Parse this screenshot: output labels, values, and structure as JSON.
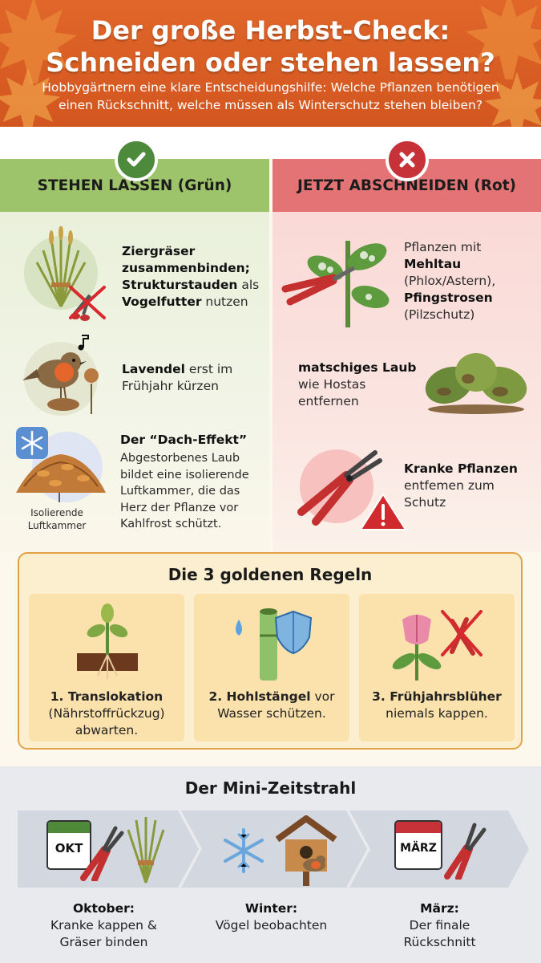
{
  "header": {
    "title_line1": "Der große Herbst-Check:",
    "title_line2": "Schneiden oder stehen lassen?",
    "subtitle": "Hobbygärtnern eine klare Entscheidungshilfe: Welche Pflanzen benötigen einen Rückschnitt, welche müssen als Winterschutz stehen bleiben?"
  },
  "left": {
    "heading": "STEHEN LASSEN (Grün)",
    "items": [
      {
        "b1": "Ziergräser zusammenbinden;",
        "b2": "Strukturstauden",
        "t1": " als ",
        "b3": "Vogelfutter",
        "t2": " nutzen"
      },
      {
        "b1": "Lavendel",
        "t1": " erst im Frühjahr kürzen"
      },
      {
        "b1": "Der “Dach-Effekt”",
        "t1": "Abgestorbenes Laub bildet eine isolierende Luftkammer, die das Herz der Pflanze vor Kahlfrost schützt."
      }
    ],
    "luft_label_1": "Isolierende",
    "luft_label_2": "Luftkammer"
  },
  "right": {
    "heading": "JETZT ABSCHNEIDEN (Rot)",
    "items": [
      {
        "t1": "Pflanzen mit",
        "b1": "Mehltau",
        "t2": "(Phlox/Astern),",
        "b2": "Pfingstrosen",
        "t3": "(Pilzschutz)"
      },
      {
        "b1": "matschiges Laub",
        "t1": "wie Hostas entfernen"
      },
      {
        "b1": "Kranke Pflanzen",
        "t1": "entfemen zum Schutz"
      }
    ]
  },
  "rules": {
    "title": "Die 3 goldenen Regeln",
    "items": [
      {
        "b": "1. Translokation",
        "t": "(Nährstoffrückzug) abwarten."
      },
      {
        "b": "2. Hohlstängel",
        "t1": " vor",
        "t2": "Wasser schützen."
      },
      {
        "b": "3. Frühjahrsblüher",
        "t": "niemals kappen."
      }
    ]
  },
  "timeline": {
    "title": "Der Mini-Zeitstrahl",
    "steps": [
      {
        "cal": "OKT",
        "b": "Oktober:",
        "t1": "Kranke kappen &",
        "t2": "Gräser binden"
      },
      {
        "b": "Winter:",
        "t1": "Vögel beobachten"
      },
      {
        "cal": "MÄRZ",
        "b": "März:",
        "t1": "Der finale",
        "t2": "Rückschnitt"
      }
    ]
  },
  "colors": {
    "header_orange": "#d85b22",
    "green_header": "#9ec46b",
    "red_header": "#e37374",
    "check_green": "#4e8a3b",
    "cross_red": "#c73238",
    "rules_border": "#e3a146"
  }
}
